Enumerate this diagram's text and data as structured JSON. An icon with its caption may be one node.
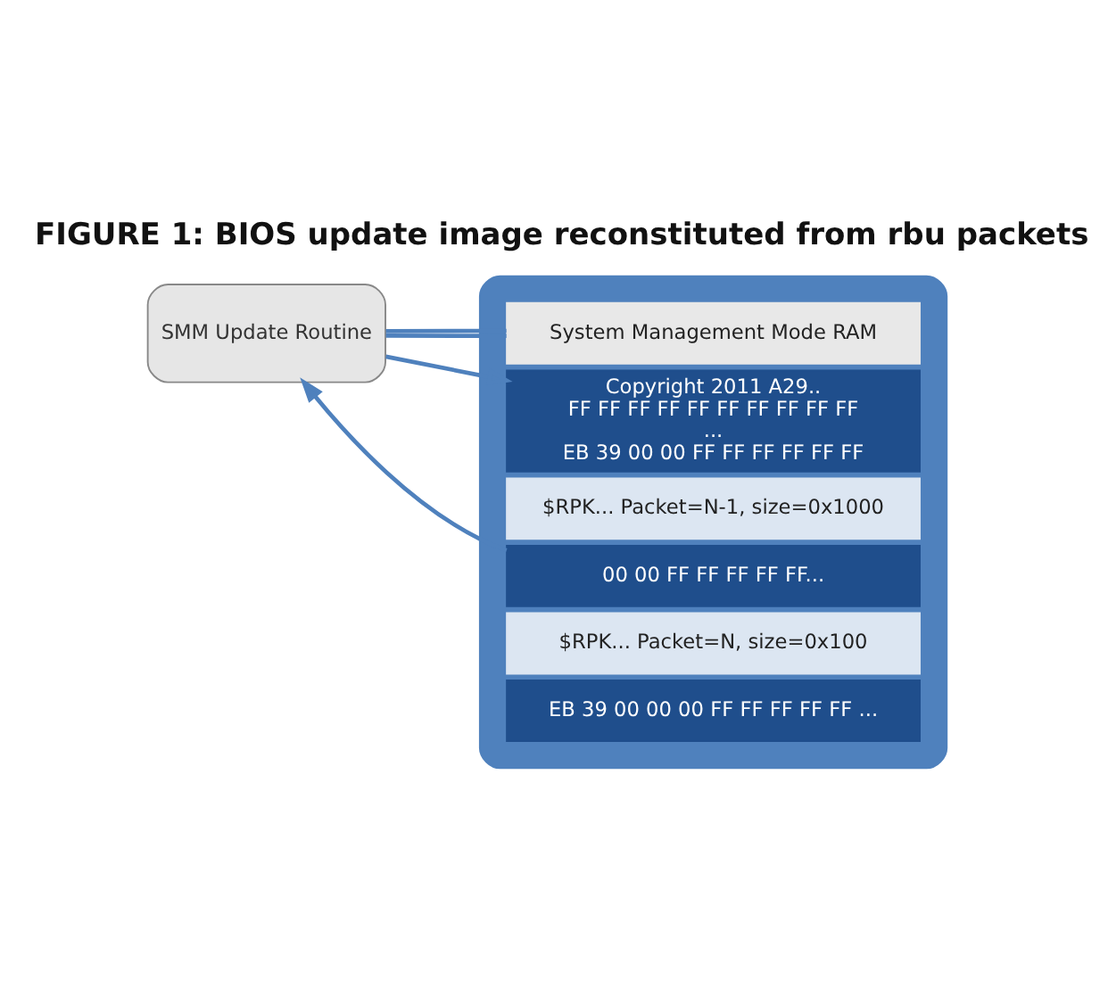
{
  "diagram": {
    "title": "FIGURE 1: BIOS update image reconstituted from rbu packets",
    "nodes": [
      {
        "text": [],
        "shape": "box"
      },
      {
        "text": [
          "SMM Update Routine"
        ]
      },
      {
        "text": [
          "System Management Mode RAM"
        ],
        "in": 0
      },
      {
        "text": [
          "Copyright 2011 A29..",
          "FF FF FF FF FF FF FF FF FF FF",
          "...",
          "EB 39 00 00 FF FF FF FF FF FF"
        ],
        "in": 0
      },
      {
        "text": [
          "$RPK... Packet=N-1, size=0x1000"
        ],
        "in": 0
      },
      {
        "text": [
          "00 00 FF FF FF FF FF..."
        ],
        "in": 0
      },
      {
        "text": [
          "$RPK... Packet=N, size=0x100"
        ],
        "in": 0
      },
      {
        "text": [
          "EB 39 00 00 00 FF FF FF FF FF ..."
        ],
        "in": 0
      }
    ],
    "edges": [
      {
        "from": 1,
        "to": 2,
        "arrow": "none"
      },
      {
        "from": 1,
        "to": 2,
        "arrow": "none"
      },
      {
        "from": 1,
        "to": 3,
        "arrow": "to"
      },
      {
        "from": 5,
        "to": 1,
        "arrow": "to"
      }
    ]
  }
}
